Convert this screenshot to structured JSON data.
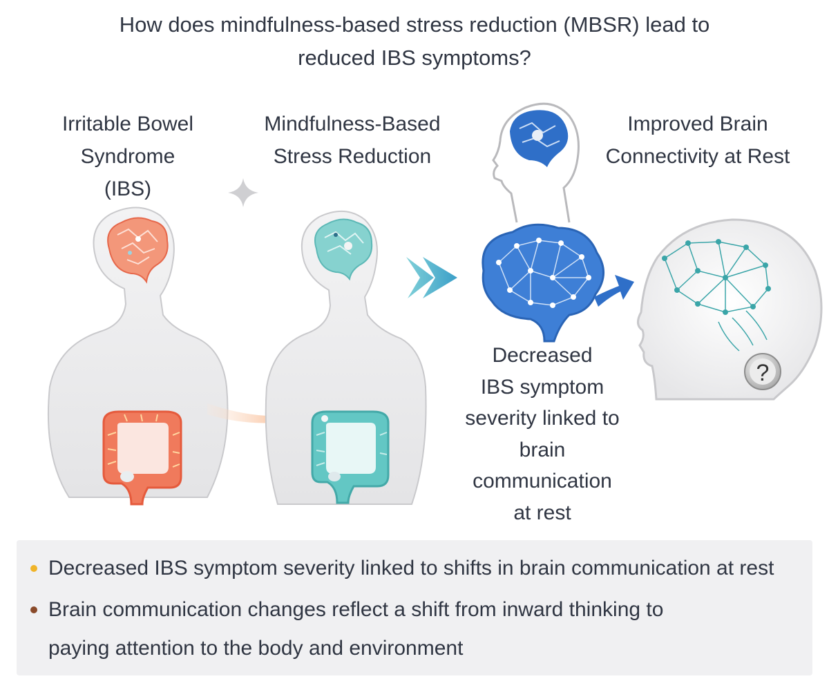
{
  "title": "How does mindfulness-based stress reduction (MBSR) lead to\nreduced IBS symptoms?",
  "panels": {
    "ibs_label": "Irritable Bowel\nSyndrome\n(IBS)",
    "mbsr_label": "Mindfulness-Based\nStress Reduction",
    "connectivity_label": "Improved Brain\nConnectivity at Rest",
    "decreased_label": "Decreased\nIBS symptom\nseverity linked to\nbrain\ncommunication\nat rest",
    "question_mark": "?"
  },
  "summary": {
    "bullets": [
      {
        "text": "Decreased IBS symptom severity linked to shifts in brain communication at rest",
        "color": "#f0b429"
      },
      {
        "text": "Brain communication changes reflect a shift from inward thinking to\npaying attention to the body and environment",
        "color": "#8a4a2a"
      }
    ]
  },
  "colors": {
    "ibs_accent": "#f07a5c",
    "mbsr_accent": "#5cc4c6",
    "brain_blue": "#2f6fc8",
    "teal_network": "#3aa5a8",
    "arrow_orange": "#f6a470",
    "arrow_teal": "#4fb3c8"
  },
  "icons": [
    "sparkle-icon",
    "brain-icon",
    "colon-icon",
    "arrow-icon",
    "question-icon"
  ]
}
